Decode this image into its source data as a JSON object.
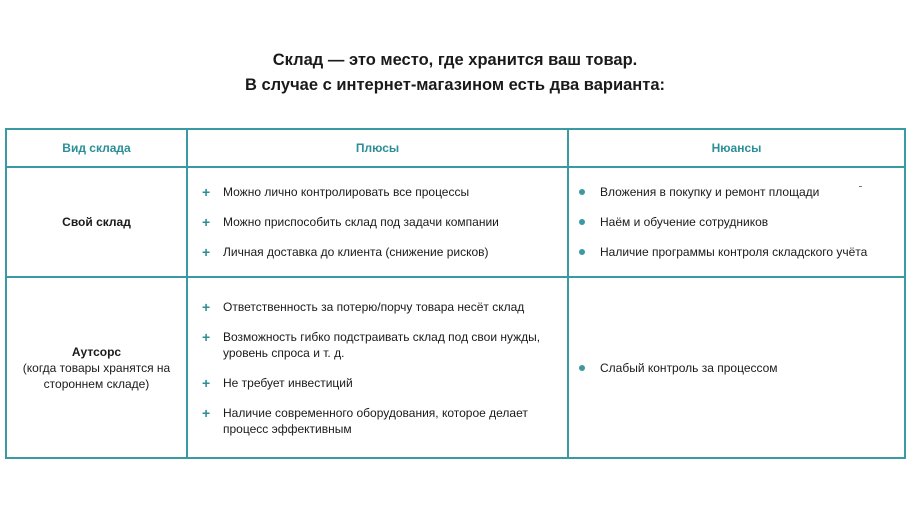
{
  "heading": {
    "line1": "Склад — это место, где хранится ваш товар.",
    "line2": "В случае с интернет-магазином есть два варианта:"
  },
  "table": {
    "columns": [
      "Вид склада",
      "Плюсы",
      "Нюансы"
    ],
    "rows": [
      {
        "kind_name": "Свой склад",
        "kind_note": "",
        "pros": [
          "Можно лично контролировать все процессы",
          "Можно приспособить склад под задачи компании",
          "Личная доставка до клиента (снижение рисков)"
        ],
        "cons": [
          "Вложения в покупку и ремонт площади",
          "Наём и обучение сотрудников",
          "Наличие программы контроля складского учёта"
        ]
      },
      {
        "kind_name": "Аутсорс",
        "kind_note": "(когда товары хранятся на стороннем складе)",
        "pros": [
          "Ответственность за потерю/порчу товара несёт склад",
          "Возможность гибко подстраивать склад под свои нужды, уровень спроса и т. д.",
          "Не требует инвестиций",
          "Наличие современного оборудования, которое делает процесс эффективным"
        ],
        "cons": [
          "Слабый контроль за процессом"
        ]
      }
    ]
  },
  "icons": {
    "pro": "+",
    "con": "bullet-dot-icon"
  },
  "colors": {
    "accent": "#3a9aa4",
    "header_text": "#2c8e98",
    "text": "#1a1a1a"
  }
}
